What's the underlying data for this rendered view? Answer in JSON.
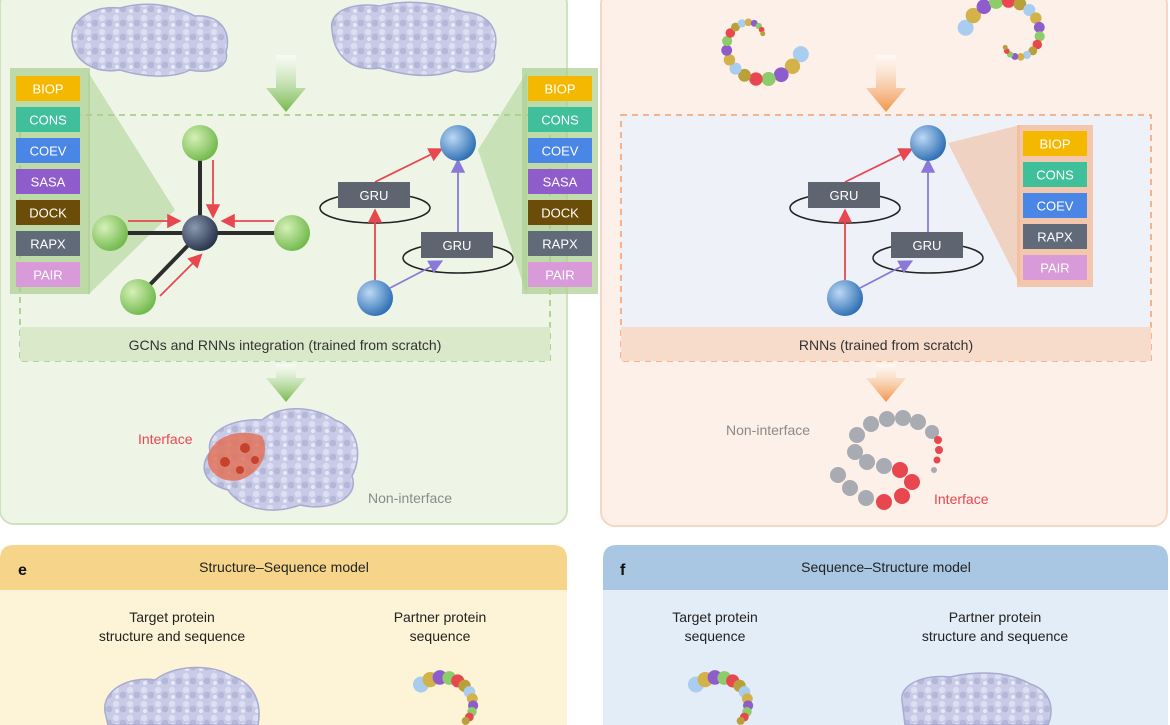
{
  "features_left": [
    "BIOP",
    "CONS",
    "COEV",
    "SASA",
    "DOCK",
    "RAPX",
    "PAIR"
  ],
  "features_mid": [
    "BIOP",
    "CONS",
    "COEV",
    "SASA",
    "DOCK",
    "RAPX",
    "PAIR"
  ],
  "features_right": [
    "BIOP",
    "CONS",
    "COEV",
    "RAPX",
    "PAIR"
  ],
  "feature_colors": {
    "BIOP": "#f5b800",
    "CONS": "#3fc09a",
    "COEV": "#4a86e6",
    "SASA": "#8e5ccb",
    "DOCK": "#6b4c08",
    "RAPX": "#606a78",
    "PAIR": "#d89ad8"
  },
  "gru_label": "GRU",
  "left_panel": {
    "integration_label": "GCNs and RNNs integration (trained from scratch)",
    "interface_label": "Interface",
    "non_interface_label": "Non-interface"
  },
  "right_panel": {
    "rnn_label": "RNNs (trained from scratch)",
    "interface_label": "Interface",
    "non_interface_label": "Non-interface"
  },
  "panel_e": {
    "letter": "e",
    "title": "Structure–Sequence model",
    "target_line1": "Target protein",
    "target_line2": "structure and sequence",
    "partner_line1": "Partner protein",
    "partner_line2": "sequence"
  },
  "panel_f": {
    "letter": "f",
    "title": "Sequence–Structure model",
    "target_line1": "Target protein",
    "target_line2": "sequence",
    "partner_line1": "Partner protein",
    "partner_line2": "structure and sequence"
  },
  "colors": {
    "green_panel": "#eef5e6",
    "green_border": "#cfe3bf",
    "green_band": "#dbe9cb",
    "orange_panel": "#fdf0e8",
    "orange_border": "#f6d6c4",
    "orange_band": "#f8dccb",
    "yellow_header": "#f6d58a",
    "yellow_panel": "#fdf3d6",
    "blue_header": "#a9c6e2",
    "blue_panel": "#e3edf7",
    "interface_red": "#e8474f",
    "node_green": "#8ccc6a",
    "node_blue": "#3a7fc7",
    "node_dark": "#3b4a63",
    "gru_box": "#5f6570"
  }
}
